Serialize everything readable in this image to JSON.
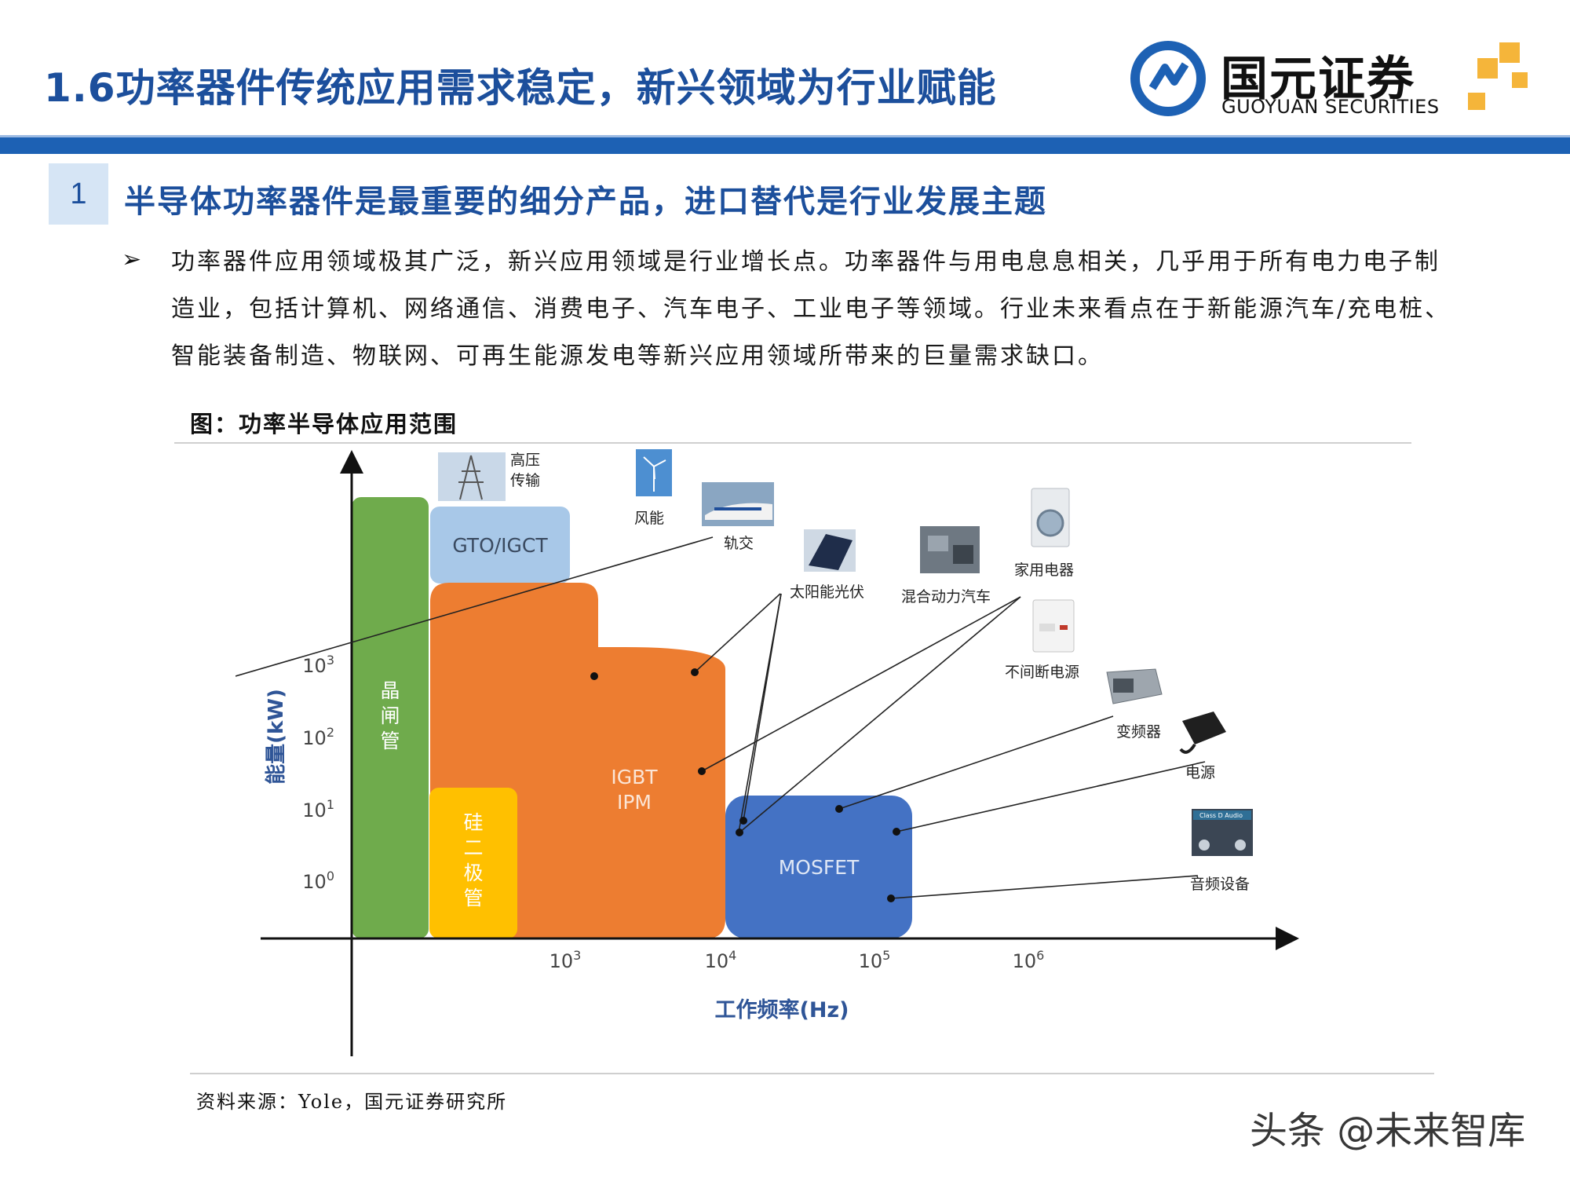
{
  "header": {
    "title": "1.6功率器件传统应用需求稳定，新兴领域为行业赋能"
  },
  "logo": {
    "name_cn": "国元证券",
    "name_en": "GUOYUAN SECURITIES",
    "brand_color": "#1d61b4",
    "accent_color": "#f5b53a"
  },
  "section": {
    "number": "1",
    "heading": "半导体功率器件是最重要的细分产品，进口替代是行业发展主题"
  },
  "bullet": {
    "marker": "➢",
    "text": "功率器件应用领域极其广泛，新兴应用领域是行业增长点。功率器件与用电息息相关，几乎用于所有电力电子制造业，包括计算机、网络通信、消费电子、汽车电子、工业电子等领域。行业未来看点在于新能源汽车/充电桩、智能装备制造、物联网、可再生能源发电等新兴应用领域所带来的巨量需求缺口。"
  },
  "figure": {
    "caption": "图：功率半导体应用范围",
    "source": "资料来源：Yole，国元证券研究所"
  },
  "chart": {
    "y_axis_label": "能量(kW)",
    "x_axis_label": "工作频率(Hz)",
    "y_ticks": [
      {
        "base": "10",
        "exp": "3"
      },
      {
        "base": "10",
        "exp": "2"
      },
      {
        "base": "10",
        "exp": "1"
      },
      {
        "base": "10",
        "exp": "0"
      }
    ],
    "x_ticks": [
      {
        "base": "10",
        "exp": "3"
      },
      {
        "base": "10",
        "exp": "4"
      },
      {
        "base": "10",
        "exp": "5"
      },
      {
        "base": "10",
        "exp": "6"
      }
    ],
    "regions": {
      "thyristor": {
        "label_lines": [
          "晶",
          "闸",
          "管"
        ],
        "color": "#6fab4c"
      },
      "gto": {
        "label": "GTO/IGCT",
        "color": "#a8c8e8"
      },
      "igbt": {
        "label_lines": [
          "IGBT",
          "IPM"
        ],
        "color": "#ed7d31"
      },
      "diode": {
        "label_lines": [
          "硅",
          "二",
          "极",
          "管"
        ],
        "color": "#ffc000"
      },
      "mosfet": {
        "label": "MOSFET",
        "color": "#4472c4"
      }
    },
    "applications": {
      "hv": [
        "高压",
        "传输"
      ],
      "wind": "风能",
      "rail": "轨交",
      "solar": "太阳能光伏",
      "hybrid": "混合动力汽车",
      "appliance": "家用电器",
      "ups": "不间断电源",
      "inverter": "变频器",
      "power": "电源",
      "audio": "音频设备",
      "audio_badge": "Class D Audio"
    }
  },
  "watermark": "头条 @未来智库"
}
